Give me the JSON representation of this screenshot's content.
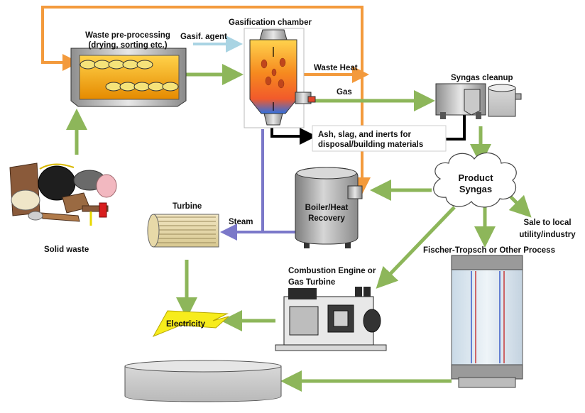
{
  "labels": {
    "waste_preprocessing_line1": "Waste pre-processing",
    "waste_preprocessing_line2": "(drying, sorting etc.)",
    "gasification_chamber": "Gasification chamber",
    "gasif_agent": "Gasif. agent",
    "waste_heat": "Waste Heat",
    "gas": "Gas",
    "syngas_cleanup": "Syngas cleanup",
    "ash_line1": "Ash, slag, and inerts for",
    "ash_line2": "disposal/building materials",
    "product_syngas_line1": "Product",
    "product_syngas_line2": "Syngas",
    "boiler_line1": "Boiler/Heat",
    "boiler_line2": "Recovery",
    "turbine": "Turbine",
    "steam": "Steam",
    "sale_line1": "Sale to local",
    "sale_line2": "utility/industry",
    "solid_waste": "Solid waste",
    "fischer_tropsch": "Fischer-Tropsch or Other Process",
    "combustion_line1": "Combustion Engine or",
    "combustion_line2": "Gas Turbine",
    "electricity": "Electricity"
  },
  "colors": {
    "green_arrow": "#8db65a",
    "orange_arrow": "#f39a3c",
    "blue_arrow": "#7b78c9",
    "black_arrow": "#000000",
    "lightblue_arrow": "#a9d4e3",
    "lightning_yellow": "#f7ec1c"
  }
}
